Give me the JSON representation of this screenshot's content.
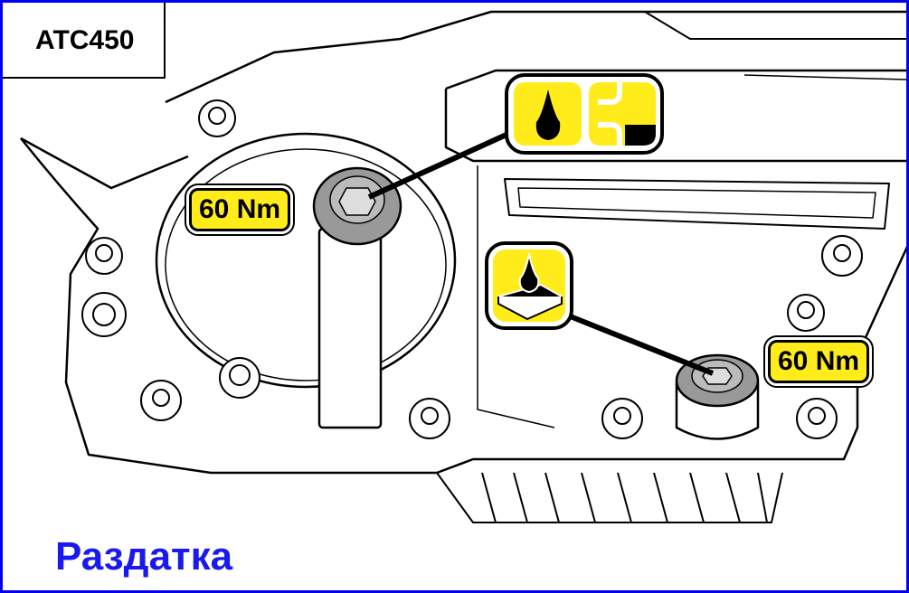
{
  "model_label": "ATC450",
  "torque_labels": [
    "60 Nm",
    "60 Nm"
  ],
  "caption": "Раздатка",
  "icons": [
    "oil-fill-icon",
    "oil-level-icon",
    "oil-drain-icon"
  ],
  "colors": {
    "label_bg": "#ffec1a",
    "caption": "#1a1aee",
    "frame": "#0000ee"
  }
}
